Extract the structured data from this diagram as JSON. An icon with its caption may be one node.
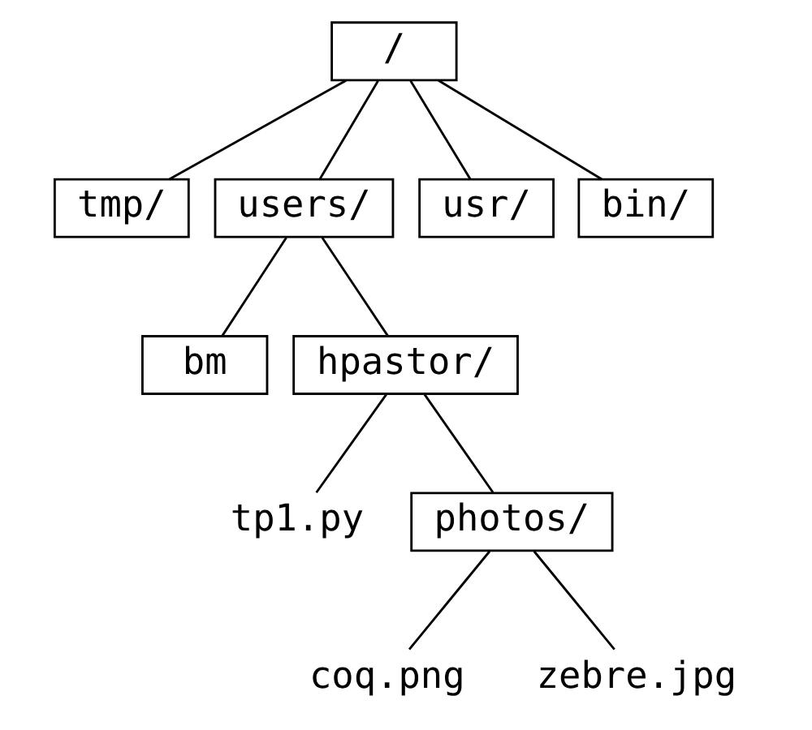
{
  "diagram": {
    "nodes": [
      {
        "text": [
          "/"
        ]
      },
      {
        "text": [
          "tmp/"
        ]
      },
      {
        "text": [
          "users/"
        ]
      },
      {
        "text": [
          "usr/"
        ]
      },
      {
        "text": [
          "bin/"
        ]
      },
      {
        "text": [
          "bm"
        ]
      },
      {
        "text": [
          "hpastor/"
        ]
      },
      {
        "text": [
          "tp1.py"
        ]
      },
      {
        "text": [
          "photos/"
        ]
      },
      {
        "text": [
          "coq.png"
        ]
      },
      {
        "text": [
          "zebre.jpg"
        ]
      }
    ],
    "edges": [
      {
        "from": 0,
        "to": 1,
        "arrow": "none"
      },
      {
        "from": 0,
        "to": 2,
        "arrow": "none"
      },
      {
        "from": 0,
        "to": 3,
        "arrow": "none"
      },
      {
        "from": 0,
        "to": 4,
        "arrow": "none"
      },
      {
        "from": 2,
        "to": 5,
        "arrow": "none"
      },
      {
        "from": 2,
        "to": 6,
        "arrow": "none"
      },
      {
        "from": 6,
        "to": 7,
        "arrow": "none"
      },
      {
        "from": 6,
        "to": 8,
        "arrow": "none"
      },
      {
        "from": 8,
        "to": 9,
        "arrow": "none"
      },
      {
        "from": 8,
        "to": 10,
        "arrow": "none"
      }
    ]
  }
}
